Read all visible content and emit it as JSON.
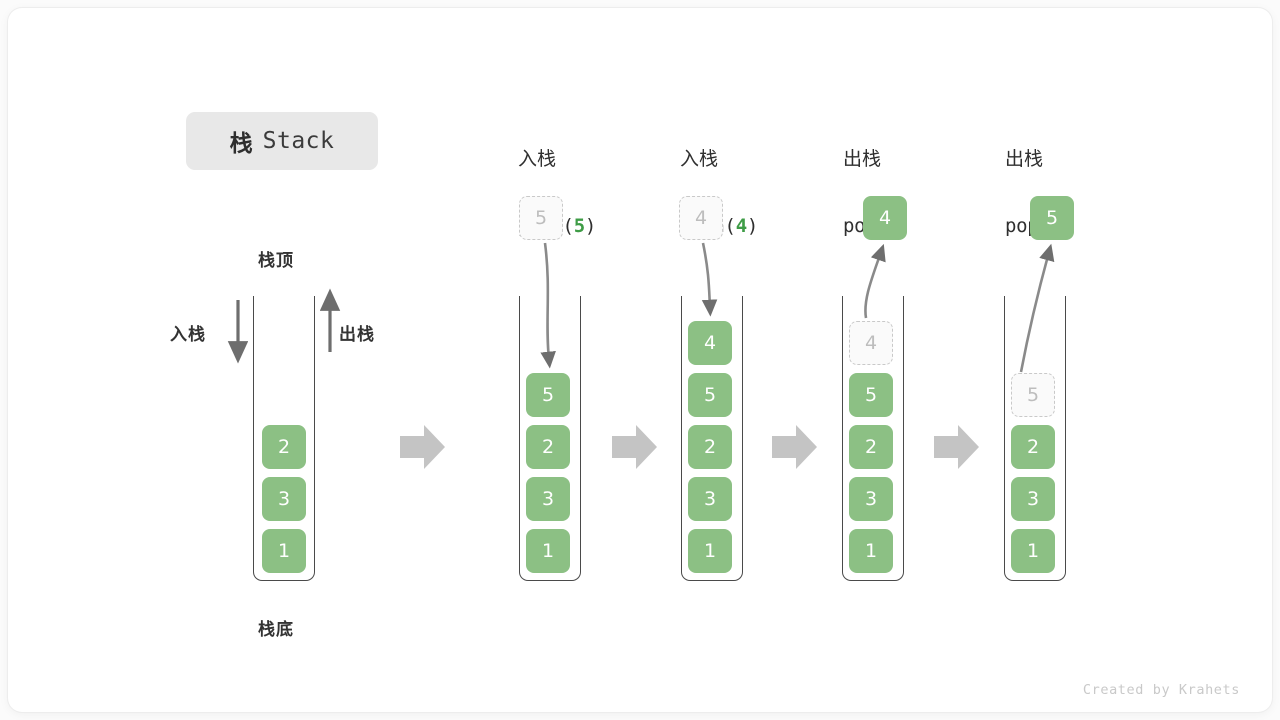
{
  "title": {
    "cn": "栈",
    "en": "Stack"
  },
  "labels": {
    "top": "栈顶",
    "bottom": "栈底",
    "push_side": "入栈",
    "pop_side": "出栈"
  },
  "footer": "Created by Krahets",
  "colors": {
    "cell_fill": "#8cc084",
    "cell_text": "#ffffff",
    "ghost_border": "#c9c9c9",
    "ghost_text": "#bdbdbd",
    "arrow_gray": "#6e6e6e",
    "step_arrow": "#c4c4c4",
    "accent_green": "#3e9c46",
    "badge_bg": "#e8e8e8"
  },
  "columns": [
    {
      "id": "initial",
      "header_line1": "",
      "header_line2": "",
      "header_arg": "",
      "cells": [
        "2",
        "3",
        "1"
      ],
      "ghost": null,
      "detached": null
    },
    {
      "id": "push-5",
      "header_line1": "入栈",
      "header_line2_pre": "push(",
      "header_arg": "5",
      "header_line2_post": ")",
      "cells": [
        "5",
        "2",
        "3",
        "1"
      ],
      "ghost": {
        "value": "5",
        "position": "above"
      },
      "detached": null
    },
    {
      "id": "push-4",
      "header_line1": "入栈",
      "header_line2_pre": "push(",
      "header_arg": "4",
      "header_line2_post": ")",
      "cells": [
        "4",
        "5",
        "2",
        "3",
        "1"
      ],
      "ghost": {
        "value": "4",
        "position": "above"
      },
      "detached": null
    },
    {
      "id": "pop-1",
      "header_line1": "出栈",
      "header_line2_pre": "pop(",
      "header_arg": "",
      "header_line2_post": ")",
      "cells": [
        "5",
        "2",
        "3",
        "1"
      ],
      "ghost": {
        "value": "4",
        "position": "in-stack-top"
      },
      "detached": {
        "value": "4"
      }
    },
    {
      "id": "pop-2",
      "header_line1": "出栈",
      "header_line2_pre": "pop(",
      "header_arg": "",
      "header_line2_post": ")",
      "cells": [
        "2",
        "3",
        "1"
      ],
      "ghost": {
        "value": "5",
        "position": "in-stack-top"
      },
      "detached": {
        "value": "5"
      }
    }
  ],
  "step_arrows": 4
}
